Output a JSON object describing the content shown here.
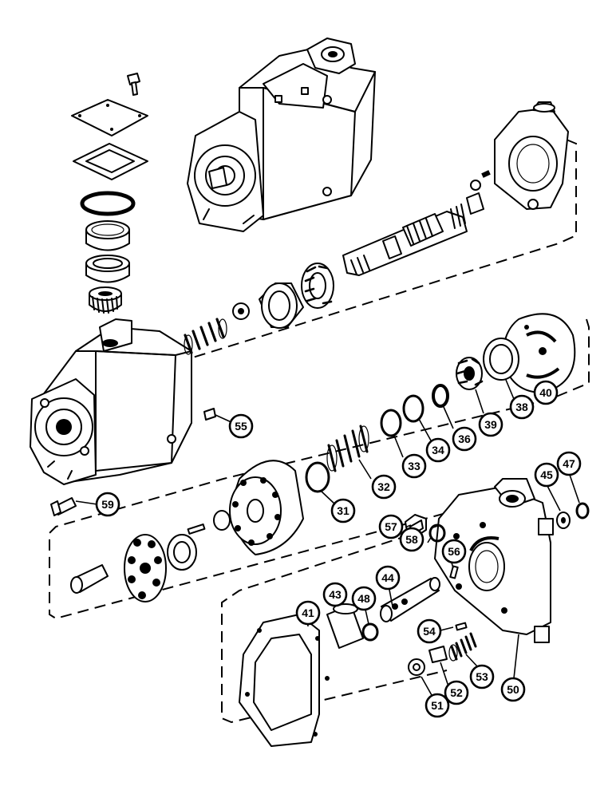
{
  "diagram": {
    "callouts": [
      {
        "id": "c31",
        "label": "31"
      },
      {
        "id": "c32",
        "label": "32"
      },
      {
        "id": "c33",
        "label": "33"
      },
      {
        "id": "c34",
        "label": "34"
      },
      {
        "id": "c36",
        "label": "36"
      },
      {
        "id": "c38",
        "label": "38"
      },
      {
        "id": "c39",
        "label": "39"
      },
      {
        "id": "c40",
        "label": "40"
      },
      {
        "id": "c41",
        "label": "41"
      },
      {
        "id": "c43",
        "label": "43"
      },
      {
        "id": "c44",
        "label": "44"
      },
      {
        "id": "c45",
        "label": "45"
      },
      {
        "id": "c47",
        "label": "47"
      },
      {
        "id": "c48",
        "label": "48"
      },
      {
        "id": "c50",
        "label": "50"
      },
      {
        "id": "c51",
        "label": "51"
      },
      {
        "id": "c52",
        "label": "52"
      },
      {
        "id": "c53",
        "label": "53"
      },
      {
        "id": "c54",
        "label": "54"
      },
      {
        "id": "c55",
        "label": "55"
      },
      {
        "id": "c56",
        "label": "56"
      },
      {
        "id": "c57",
        "label": "57"
      },
      {
        "id": "c58",
        "label": "58"
      },
      {
        "id": "c59",
        "label": "59"
      }
    ]
  }
}
